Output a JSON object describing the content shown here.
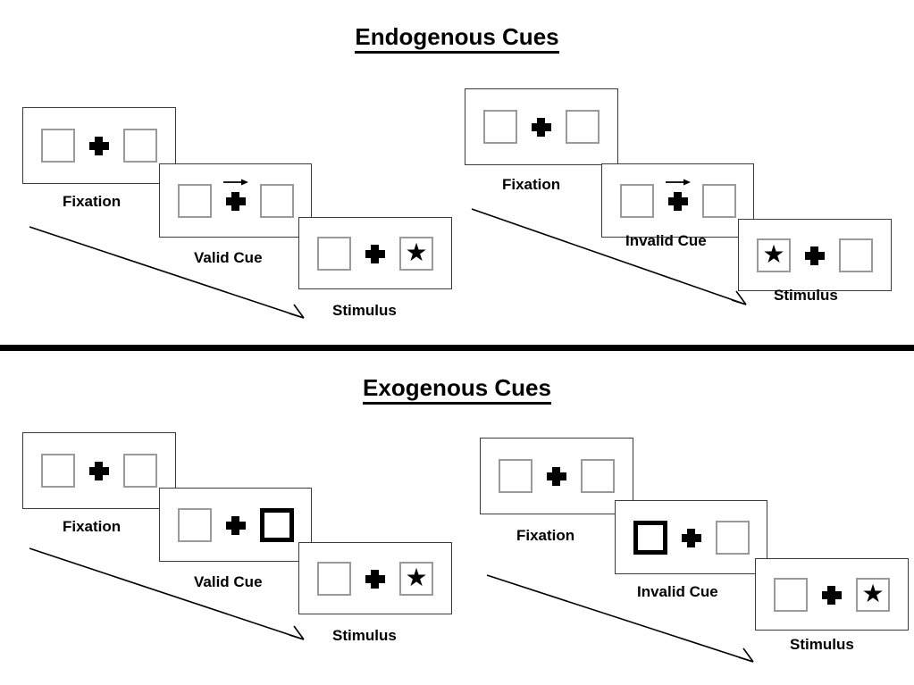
{
  "figure": {
    "title_endogenous": "Endogenous Cues",
    "title_exogenous": "Exogenous Cues"
  },
  "labels": {
    "fixation": "Fixation",
    "valid_cue": "Valid Cue",
    "invalid_cue": "Invalid Cue",
    "stimulus": "Stimulus"
  },
  "icons": {
    "fixation_cross": "fixation-cross-icon",
    "arrow_cue_right": "arrow-right-cue-icon",
    "star_target": "star-target-icon",
    "time_arrow": "time-progression-arrow-icon"
  },
  "glyphs": {
    "star": "★"
  },
  "colors": {
    "panel_border": "#3a3a3a",
    "box_border": "#9a9a9a",
    "cue_border": "#000000",
    "ink": "#000000",
    "background": "#ffffff",
    "divider": "#000000"
  },
  "sections": [
    {
      "id": "endogenous",
      "title": "Endogenous Cues",
      "cue_type": "central symbolic arrow",
      "conditions": [
        {
          "id": "endogenous-valid",
          "validity": "valid",
          "cue_label": "Valid Cue",
          "frames": [
            {
              "name": "fixation",
              "label": "Fixation",
              "left_box": "empty",
              "right_box": "empty",
              "cue": "none",
              "target": "none"
            },
            {
              "name": "cue",
              "label": "Valid Cue",
              "left_box": "empty",
              "right_box": "empty",
              "cue": "arrow-right",
              "target": "none"
            },
            {
              "name": "stimulus",
              "label": "Stimulus",
              "left_box": "empty",
              "right_box": "star",
              "cue": "none",
              "target": "right"
            }
          ]
        },
        {
          "id": "endogenous-invalid",
          "validity": "invalid",
          "cue_label": "Invalid Cue",
          "frames": [
            {
              "name": "fixation",
              "label": "Fixation",
              "left_box": "empty",
              "right_box": "empty",
              "cue": "none",
              "target": "none"
            },
            {
              "name": "cue",
              "label": "Invalid Cue",
              "left_box": "empty",
              "right_box": "empty",
              "cue": "arrow-right",
              "target": "none"
            },
            {
              "name": "stimulus",
              "label": "Stimulus",
              "left_box": "star",
              "right_box": "empty",
              "cue": "none",
              "target": "left"
            }
          ]
        }
      ]
    },
    {
      "id": "exogenous",
      "title": "Exogenous Cues",
      "cue_type": "peripheral box highlight",
      "conditions": [
        {
          "id": "exogenous-valid",
          "validity": "valid",
          "cue_label": "Valid Cue",
          "frames": [
            {
              "name": "fixation",
              "label": "Fixation",
              "left_box": "empty",
              "right_box": "empty",
              "cue": "none",
              "target": "none"
            },
            {
              "name": "cue",
              "label": "Valid Cue",
              "left_box": "empty",
              "right_box": "cued",
              "cue": "box-right",
              "target": "none"
            },
            {
              "name": "stimulus",
              "label": "Stimulus",
              "left_box": "empty",
              "right_box": "star",
              "cue": "none",
              "target": "right"
            }
          ]
        },
        {
          "id": "exogenous-invalid",
          "validity": "invalid",
          "cue_label": "Invalid Cue",
          "frames": [
            {
              "name": "fixation",
              "label": "Fixation",
              "left_box": "empty",
              "right_box": "empty",
              "cue": "none",
              "target": "none"
            },
            {
              "name": "cue",
              "label": "Invalid Cue",
              "left_box": "cued",
              "right_box": "empty",
              "cue": "box-left",
              "target": "none"
            },
            {
              "name": "stimulus",
              "label": "Stimulus",
              "left_box": "empty",
              "right_box": "star",
              "cue": "none",
              "target": "right"
            }
          ]
        }
      ]
    }
  ]
}
